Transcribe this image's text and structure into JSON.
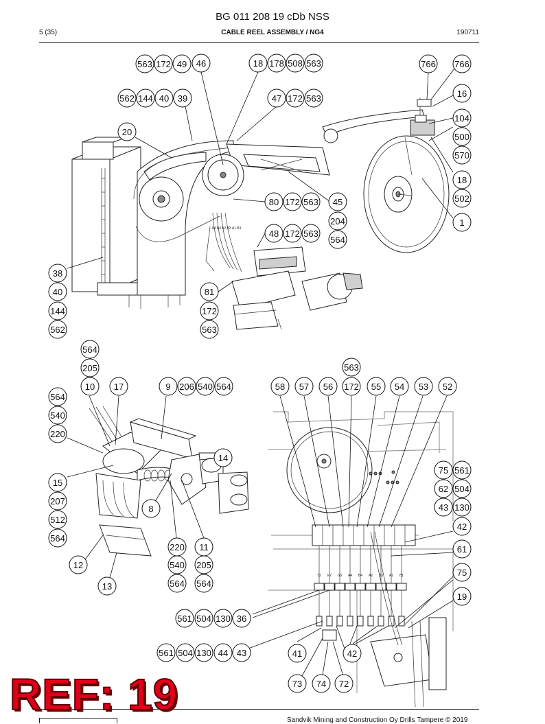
{
  "header": {
    "doc_title": "BG 011 208 19 cDb NSS",
    "page": "5 (35)",
    "section": "CABLE REEL ASSEMBLY / NG4",
    "date": "190711"
  },
  "footer": {
    "copyright": "Sandvik Mining and Construction Oy Drills Tampere © 2019"
  },
  "stamp": {
    "text": "REF: 19",
    "color": "#e0001a"
  },
  "callouts": [
    "563",
    "172",
    "49",
    "46",
    "18",
    "178",
    "508",
    "563",
    "766",
    "766",
    "562",
    "144",
    "40",
    "39",
    "47",
    "172",
    "563",
    "16",
    "20",
    "104",
    "500",
    "570",
    "18",
    "502",
    "80",
    "172",
    "563",
    "45",
    "1",
    "204",
    "564",
    "48",
    "172",
    "563",
    "38",
    "40",
    "144",
    "562",
    "81",
    "172",
    "563",
    "564",
    "205",
    "10",
    "17",
    "9",
    "206",
    "540",
    "564",
    "564",
    "540",
    "220",
    "14",
    "15",
    "207",
    "512",
    "564",
    "8",
    "12",
    "13",
    "220",
    "540",
    "564",
    "11",
    "205",
    "564",
    "563",
    "58",
    "57",
    "56",
    "172",
    "55",
    "54",
    "53",
    "52",
    "75",
    "561",
    "62",
    "504",
    "43",
    "130",
    "42",
    "61",
    "75",
    "19",
    "561",
    "504",
    "130",
    "36",
    "561",
    "504",
    "130",
    "44",
    "43",
    "41",
    "42",
    "73",
    "74",
    "72"
  ],
  "connector_labels": [
    "T2",
    "P2",
    "G5",
    "A4",
    "B4",
    "A2",
    "B3",
    "A1",
    "B1"
  ]
}
